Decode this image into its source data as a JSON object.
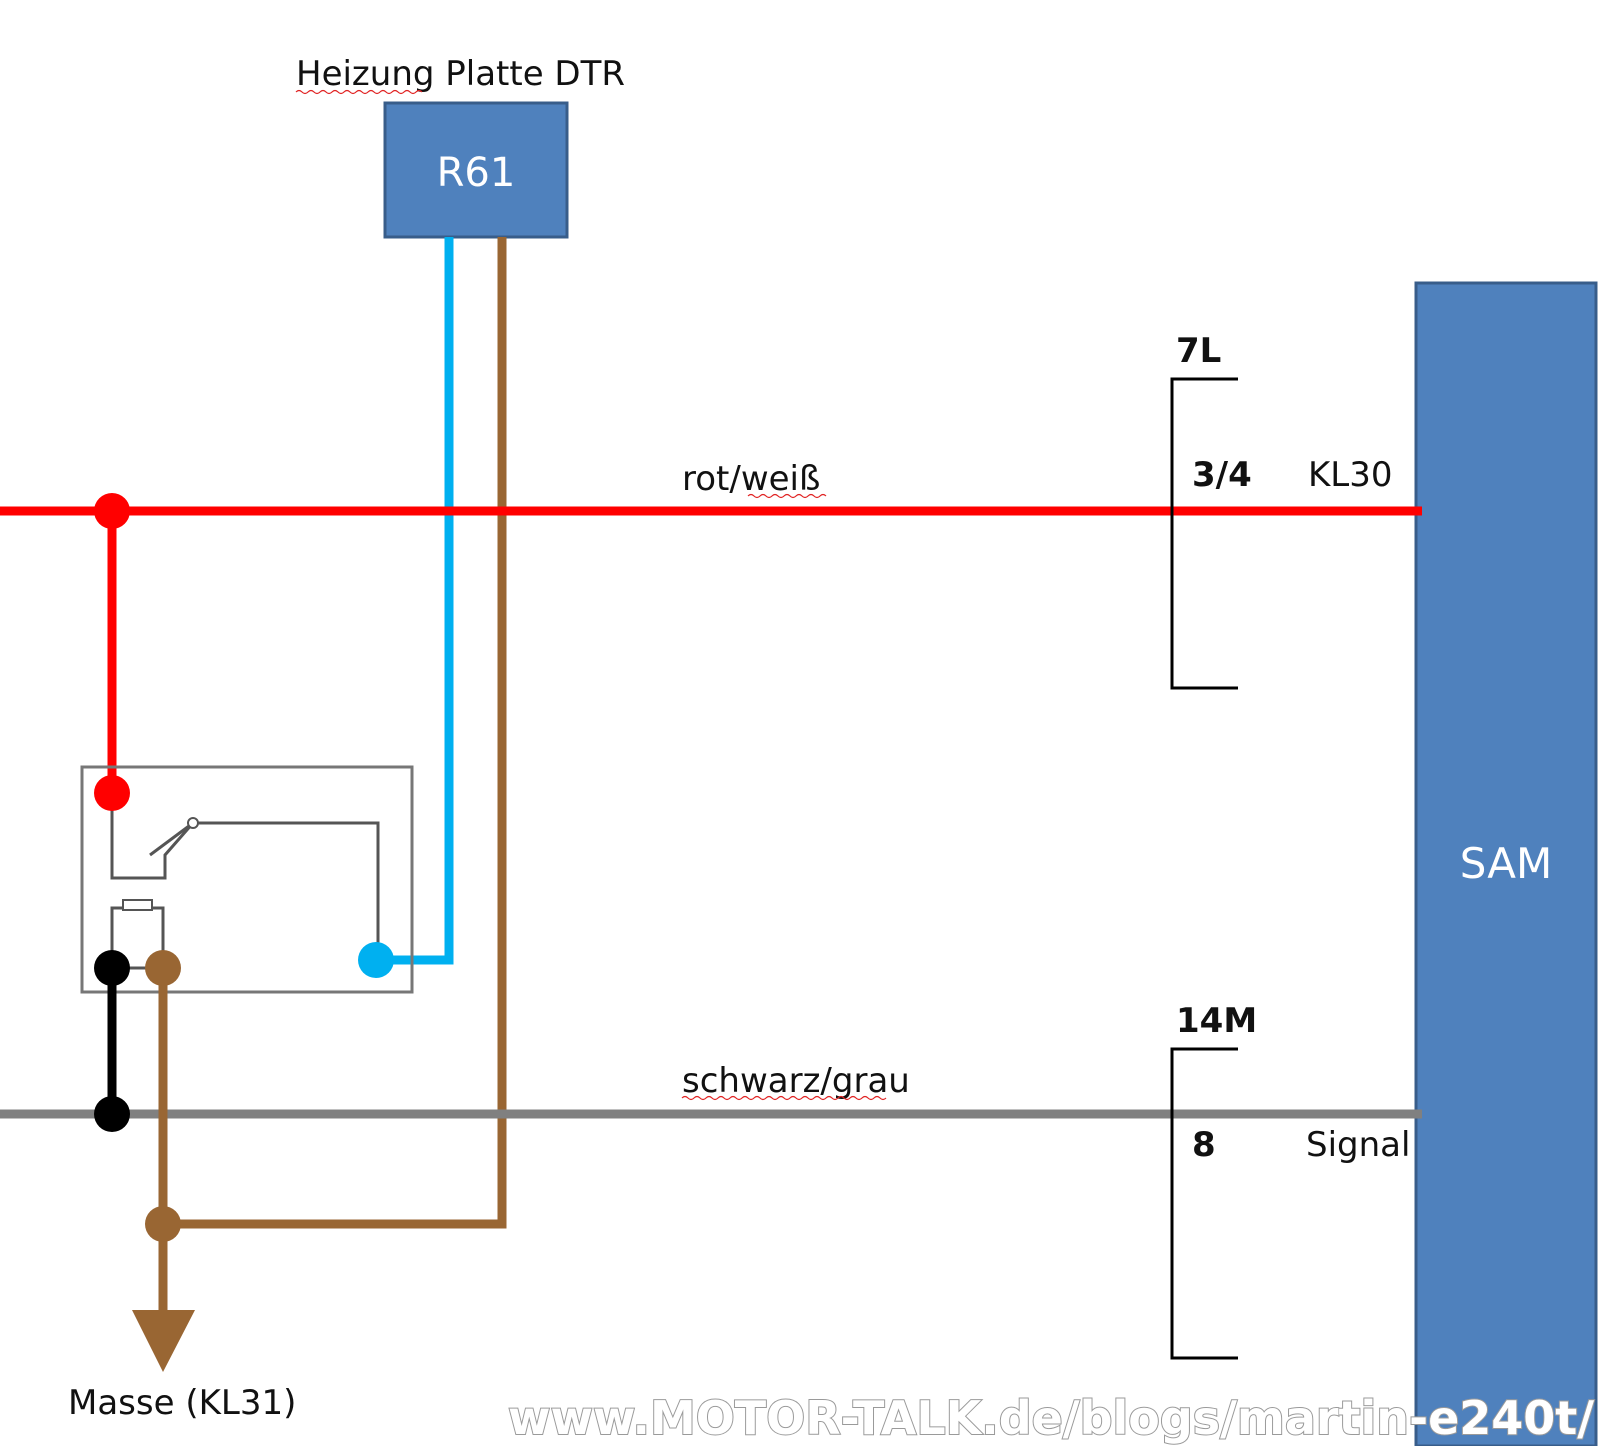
{
  "components": {
    "heater_label": "Heizung Platte DTR",
    "heater_box": "R61",
    "module_box": "SAM"
  },
  "wires": {
    "red_label": "rot/weiß",
    "gray_label": "schwarz/grau"
  },
  "connectors": {
    "top": {
      "name": "7L",
      "pin": "3/4",
      "signal": "KL30"
    },
    "bottom": {
      "name": "14M",
      "pin": "8",
      "signal": "Signal"
    }
  },
  "ground_label": "Masse (KL31)",
  "watermark": "www.MOTOR-TALK.de/blogs/martin-e240t/",
  "colors": {
    "red": "#ff0000",
    "blue": "#00b0f0",
    "brown": "#996633",
    "gray": "#808080",
    "black": "#000000",
    "box_fill": "#4f81bd",
    "box_stroke": "#385d8a"
  }
}
